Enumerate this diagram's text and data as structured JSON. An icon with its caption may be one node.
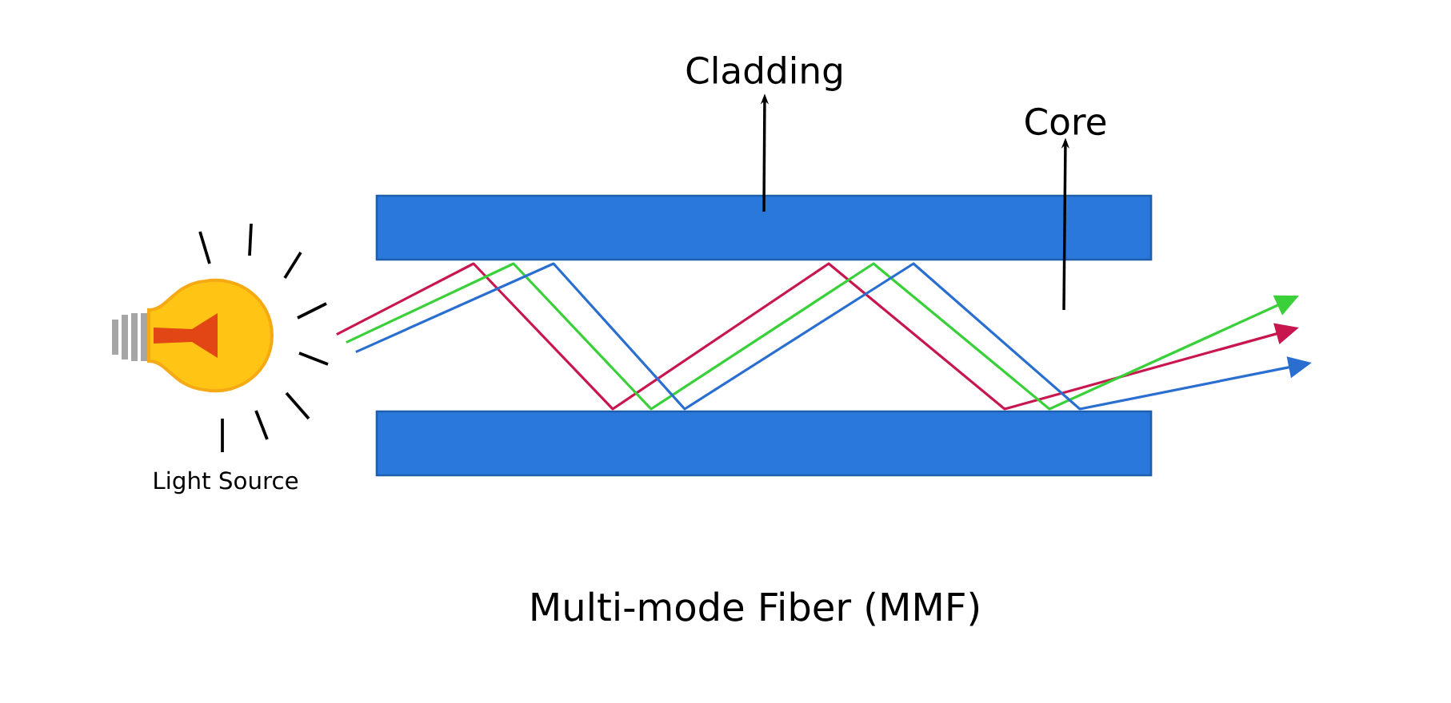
{
  "diagram": {
    "caption": "Multi-mode Fiber (MMF)",
    "nodes": [
      {
        "text": [
          "Cladding"
        ]
      },
      {
        "text": [
          "Core"
        ]
      },
      {
        "text": [],
        "shape": "bar"
      },
      {
        "text": [],
        "shape": "bar"
      },
      {
        "text": [
          "Light Source"
        ]
      }
    ],
    "edges": [
      {
        "from": 2,
        "to": 0,
        "arrow": "to"
      },
      {
        "from": null,
        "to": 1,
        "arrow": "to"
      },
      {
        "from": 4,
        "to": null,
        "arrow": "to",
        "color": "#c8174f"
      },
      {
        "from": 4,
        "to": null,
        "arrow": "to",
        "color": "#3ad03a"
      },
      {
        "from": 4,
        "to": null,
        "arrow": "to",
        "color": "#2a6fd0"
      }
    ]
  }
}
